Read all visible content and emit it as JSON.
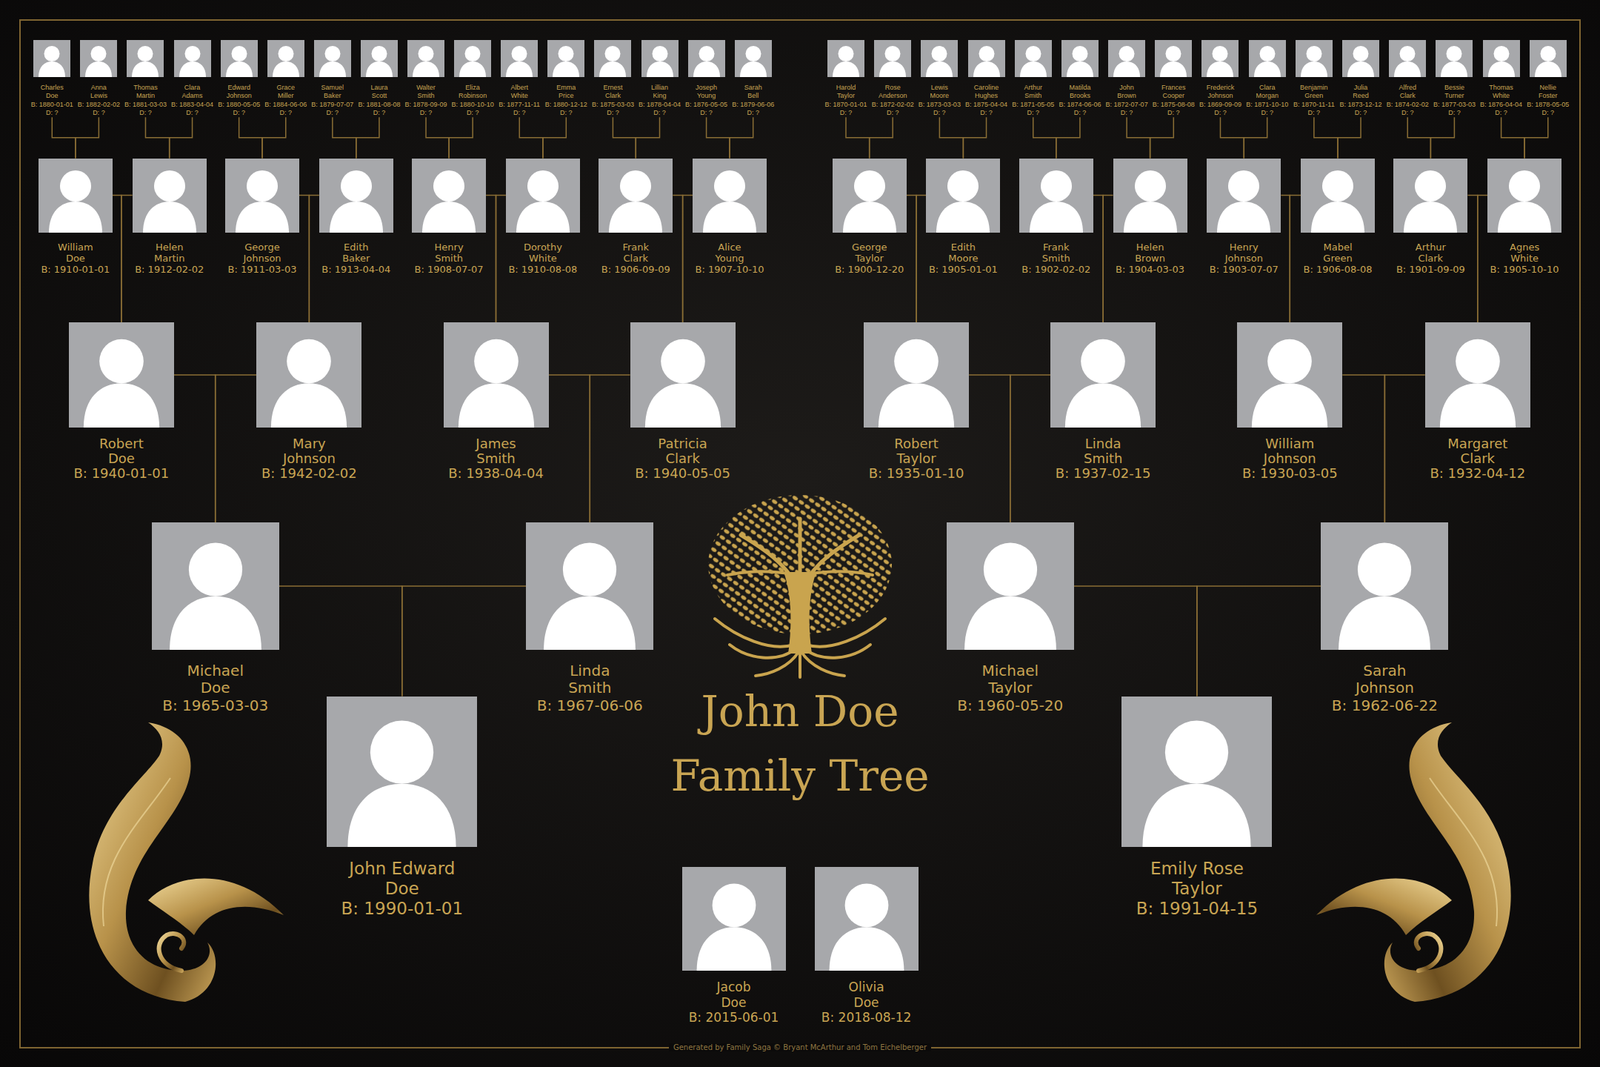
{
  "diagram": {
    "title": "John Doe Family Tree",
    "nodes": [
      {
        "text": [
          "Charles Doe",
          "B: 1880-01-01",
          "D: ?"
        ]
      },
      {
        "text": [
          "Anna Lewis",
          "B: 1882-02-02",
          "D: ?"
        ]
      },
      {
        "text": [
          "Thomas Martin",
          "B: 1881-03-03",
          "D: ?"
        ]
      },
      {
        "text": [
          "Clara Adams",
          "B: 1883-04-04",
          "D: ?"
        ]
      },
      {
        "text": [
          "Edward Johnson",
          "B: 1880-05-05",
          "D: ?"
        ]
      },
      {
        "text": [
          "Grace Miller",
          "B: 1884-06-06",
          "D: ?"
        ]
      },
      {
        "text": [
          "Samuel Baker",
          "B: 1879-07-07",
          "D: ?"
        ]
      },
      {
        "text": [
          "Laura Scott",
          "B: 1881-08-08",
          "D: ?"
        ]
      },
      {
        "text": [
          "Walter Smith",
          "B: 1878-09-09",
          "D: ?"
        ]
      },
      {
        "text": [
          "Eliza Robinson",
          "B: 1880-10-10",
          "D: ?"
        ]
      },
      {
        "text": [
          "Albert White",
          "B: 1877-11-11",
          "D: ?"
        ]
      },
      {
        "text": [
          "Emma Price",
          "B: 1880-12-12",
          "D: ?"
        ]
      },
      {
        "text": [
          "Ernest Clark",
          "B: 1875-03-03",
          "D: ?"
        ]
      },
      {
        "text": [
          "Lillian King",
          "B: 1878-04-04",
          "D: ?"
        ]
      },
      {
        "text": [
          "Joseph Young",
          "B: 1876-05-05",
          "D: ?"
        ]
      },
      {
        "text": [
          "Sarah Bell",
          "B: 1879-06-06",
          "D: ?"
        ]
      },
      {
        "text": [
          "Harold Taylor",
          "B: 1870-01-01",
          "D: ?"
        ]
      },
      {
        "text": [
          "Rose Anderson",
          "B: 1872-02-02",
          "D: ?"
        ]
      },
      {
        "text": [
          "Lewis Moore",
          "B: 1873-03-03",
          "D: ?"
        ]
      },
      {
        "text": [
          "Caroline Hughes",
          "B: 1875-04-04",
          "D: ?"
        ]
      },
      {
        "text": [
          "Arthur Smith",
          "B: 1871-05-05",
          "D: ?"
        ]
      },
      {
        "text": [
          "Matilda Brooks",
          "B: 1874-06-06",
          "D: ?"
        ]
      },
      {
        "text": [
          "John Brown",
          "B: 1872-07-07",
          "D: ?"
        ]
      },
      {
        "text": [
          "Frances Cooper",
          "B: 1875-08-08",
          "D: ?"
        ]
      },
      {
        "text": [
          "Frederick Johnson",
          "B: 1869-09-09",
          "D: ?"
        ]
      },
      {
        "text": [
          "Clara Morgan",
          "B: 1871-10-10",
          "D: ?"
        ]
      },
      {
        "text": [
          "Benjamin Green",
          "B: 1870-11-11",
          "D: ?"
        ]
      },
      {
        "text": [
          "Julia Reed",
          "B: 1873-12-12",
          "D: ?"
        ]
      },
      {
        "text": [
          "Alfred Clark",
          "B: 1874-02-02",
          "D: ?"
        ]
      },
      {
        "text": [
          "Bessie Turner",
          "B: 1877-03-03",
          "D: ?"
        ]
      },
      {
        "text": [
          "Thomas White",
          "B: 1876-04-04",
          "D: ?"
        ]
      },
      {
        "text": [
          "Nellie Foster",
          "B: 1878-05-05",
          "D: ?"
        ]
      },
      {
        "text": [
          "William Doe",
          "B: 1910-01-01"
        ]
      },
      {
        "text": [
          "Helen Martin",
          "B: 1912-02-02"
        ]
      },
      {
        "text": [
          "George Johnson",
          "B: 1911-03-03"
        ]
      },
      {
        "text": [
          "Edith Baker",
          "B: 1913-04-04"
        ]
      },
      {
        "text": [
          "Henry Smith",
          "B: 1908-07-07"
        ]
      },
      {
        "text": [
          "Dorothy White",
          "B: 1910-08-08"
        ]
      },
      {
        "text": [
          "Frank Clark",
          "B: 1906-09-09"
        ]
      },
      {
        "text": [
          "Alice Young",
          "B: 1907-10-10"
        ]
      },
      {
        "text": [
          "George Taylor",
          "B: 1900-12-20"
        ]
      },
      {
        "text": [
          "Edith Moore",
          "B: 1905-01-01"
        ]
      },
      {
        "text": [
          "Frank Smith",
          "B: 1902-02-02"
        ]
      },
      {
        "text": [
          "Helen Brown",
          "B: 1904-03-03"
        ]
      },
      {
        "text": [
          "Henry Johnson",
          "B: 1903-07-07"
        ]
      },
      {
        "text": [
          "Mabel Green",
          "B: 1906-08-08"
        ]
      },
      {
        "text": [
          "Arthur Clark",
          "B: 1901-09-09"
        ]
      },
      {
        "text": [
          "Agnes White",
          "B: 1905-10-10"
        ]
      },
      {
        "text": [
          "Robert Doe",
          "B: 1940-01-01"
        ]
      },
      {
        "text": [
          "Mary Johnson",
          "B: 1942-02-02"
        ]
      },
      {
        "text": [
          "James Smith",
          "B: 1938-04-04"
        ]
      },
      {
        "text": [
          "Patricia Clark",
          "B: 1940-05-05"
        ]
      },
      {
        "text": [
          "Robert Taylor",
          "B: 1935-01-10"
        ]
      },
      {
        "text": [
          "Linda Smith",
          "B: 1937-02-15"
        ]
      },
      {
        "text": [
          "William Johnson",
          "B: 1930-03-05"
        ]
      },
      {
        "text": [
          "Margaret Clark",
          "B: 1932-04-12"
        ]
      },
      {
        "text": [
          "Michael Doe",
          "B: 1965-03-03"
        ]
      },
      {
        "text": [
          "Linda Smith",
          "B: 1967-06-06"
        ]
      },
      {
        "text": [
          "Michael Taylor",
          "B: 1960-05-20"
        ]
      },
      {
        "text": [
          "Sarah Johnson",
          "B: 1962-06-22"
        ]
      },
      {
        "text": [
          "John Edward Doe",
          "B: 1990-01-01"
        ]
      },
      {
        "text": [
          "Emily Rose Taylor",
          "B: 1991-04-15"
        ]
      },
      {
        "text": [
          "Jacob Doe",
          "B: 2015-06-01"
        ]
      },
      {
        "text": [
          "Olivia Doe",
          "B: 2018-08-12"
        ]
      }
    ],
    "edges": [
      {
        "from": 0,
        "to": 32,
        "arrow": "none"
      },
      {
        "from": 1,
        "to": 32,
        "arrow": "none"
      },
      {
        "from": 2,
        "to": 33,
        "arrow": "none"
      },
      {
        "from": 3,
        "to": 33,
        "arrow": "none"
      },
      {
        "from": 4,
        "to": 34,
        "arrow": "none"
      },
      {
        "from": 5,
        "to": 34,
        "arrow": "none"
      },
      {
        "from": 6,
        "to": 35,
        "arrow": "none"
      },
      {
        "from": 7,
        "to": 35,
        "arrow": "none"
      },
      {
        "from": 8,
        "to": 36,
        "arrow": "none"
      },
      {
        "from": 9,
        "to": 36,
        "arrow": "none"
      },
      {
        "from": 10,
        "to": 37,
        "arrow": "none"
      },
      {
        "from": 11,
        "to": 37,
        "arrow": "none"
      },
      {
        "from": 12,
        "to": 38,
        "arrow": "none"
      },
      {
        "from": 13,
        "to": 38,
        "arrow": "none"
      },
      {
        "from": 14,
        "to": 39,
        "arrow": "none"
      },
      {
        "from": 15,
        "to": 39,
        "arrow": "none"
      },
      {
        "from": 16,
        "to": 40,
        "arrow": "none"
      },
      {
        "from": 17,
        "to": 40,
        "arrow": "none"
      },
      {
        "from": 18,
        "to": 41,
        "arrow": "none"
      },
      {
        "from": 19,
        "to": 41,
        "arrow": "none"
      },
      {
        "from": 20,
        "to": 42,
        "arrow": "none"
      },
      {
        "from": 21,
        "to": 42,
        "arrow": "none"
      },
      {
        "from": 22,
        "to": 43,
        "arrow": "none"
      },
      {
        "from": 23,
        "to": 43,
        "arrow": "none"
      },
      {
        "from": 24,
        "to": 44,
        "arrow": "none"
      },
      {
        "from": 25,
        "to": 44,
        "arrow": "none"
      },
      {
        "from": 26,
        "to": 45,
        "arrow": "none"
      },
      {
        "from": 27,
        "to": 45,
        "arrow": "none"
      },
      {
        "from": 28,
        "to": 46,
        "arrow": "none"
      },
      {
        "from": 29,
        "to": 46,
        "arrow": "none"
      },
      {
        "from": 30,
        "to": 47,
        "arrow": "none"
      },
      {
        "from": 31,
        "to": 47,
        "arrow": "none"
      },
      {
        "from": 32,
        "to": 48,
        "arrow": "none"
      },
      {
        "from": 33,
        "to": 48,
        "arrow": "none"
      },
      {
        "from": 34,
        "to": 49,
        "arrow": "none"
      },
      {
        "from": 35,
        "to": 49,
        "arrow": "none"
      },
      {
        "from": 36,
        "to": 50,
        "arrow": "none"
      },
      {
        "from": 37,
        "to": 50,
        "arrow": "none"
      },
      {
        "from": 38,
        "to": 51,
        "arrow": "none"
      },
      {
        "from": 39,
        "to": 51,
        "arrow": "none"
      },
      {
        "from": 40,
        "to": 52,
        "arrow": "none"
      },
      {
        "from": 41,
        "to": 52,
        "arrow": "none"
      },
      {
        "from": 42,
        "to": 53,
        "arrow": "none"
      },
      {
        "from": 43,
        "to": 53,
        "arrow": "none"
      },
      {
        "from": 44,
        "to": 54,
        "arrow": "none"
      },
      {
        "from": 45,
        "to": 54,
        "arrow": "none"
      },
      {
        "from": 46,
        "to": 55,
        "arrow": "none"
      },
      {
        "from": 47,
        "to": 55,
        "arrow": "none"
      },
      {
        "from": 48,
        "to": 56,
        "arrow": "none"
      },
      {
        "from": 49,
        "to": 56,
        "arrow": "none"
      },
      {
        "from": 50,
        "to": 57,
        "arrow": "none"
      },
      {
        "from": 51,
        "to": 57,
        "arrow": "none"
      },
      {
        "from": 52,
        "to": 58,
        "arrow": "none"
      },
      {
        "from": 53,
        "to": 58,
        "arrow": "none"
      },
      {
        "from": 54,
        "to": 59,
        "arrow": "none"
      },
      {
        "from": 55,
        "to": 59,
        "arrow": "none"
      },
      {
        "from": 56,
        "to": 60,
        "arrow": "none"
      },
      {
        "from": 57,
        "to": 60,
        "arrow": "none"
      },
      {
        "from": 58,
        "to": 61,
        "arrow": "none"
      },
      {
        "from": 59,
        "to": 61,
        "arrow": "none"
      }
    ],
    "labels": [
      "Generated by Family Saga © Bryant McArthur and Tom Eichelberger"
    ]
  }
}
